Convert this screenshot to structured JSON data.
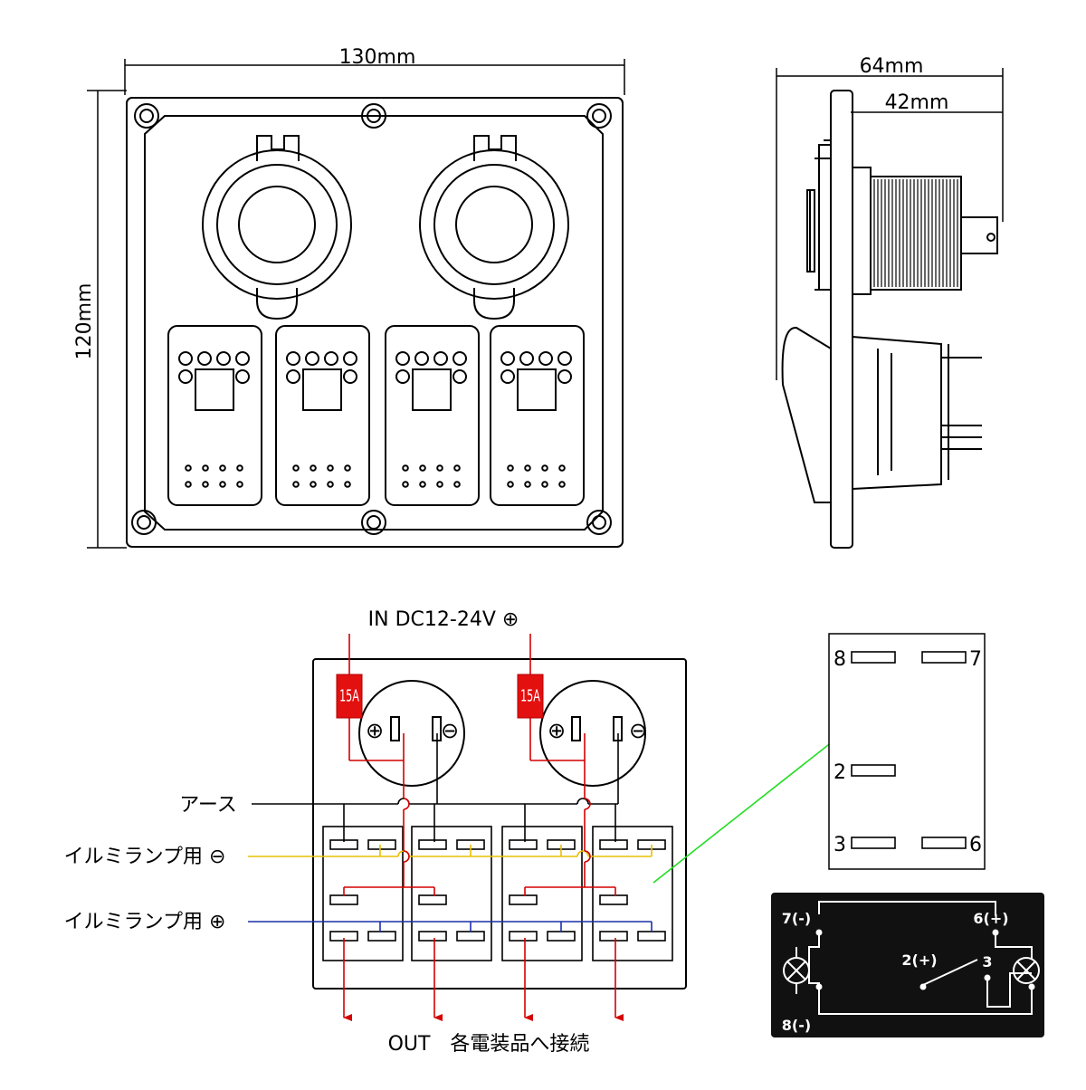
{
  "dimensions": {
    "front_width": "130mm",
    "front_height": "120mm",
    "side_depth": "64mm",
    "socket_depth": "42mm"
  },
  "wiring": {
    "input_label": "IN DC12-24V ⊕",
    "fuse_left": "15A",
    "fuse_right": "15A",
    "earth_label": "アース",
    "lamp_minus_label": "イルミランプ用 ⊖",
    "lamp_plus_label": "イルミランプ用 ⊕",
    "output_label": "OUT　各電装品へ接続",
    "socket_plus": "⊕",
    "socket_minus": "⊖"
  },
  "pin_diagram": {
    "pins": [
      "8",
      "7",
      "2",
      "3",
      "6"
    ]
  },
  "schematic": {
    "labels": [
      "7(-)",
      "6(+)",
      "2(+)",
      "3",
      "8(-)"
    ]
  },
  "colors": {
    "line": "#000000",
    "power": "#d40000",
    "lamp_minus": "#e8c000",
    "lamp_plus": "#1a2fa8",
    "pointer": "#22dd22",
    "schematic_bg": "#111111"
  }
}
